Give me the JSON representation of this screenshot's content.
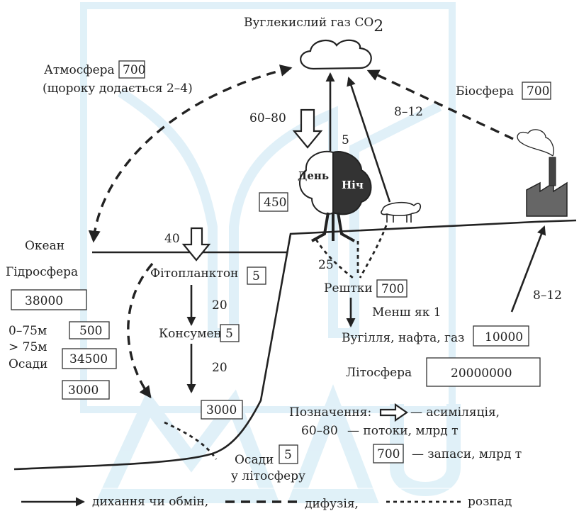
{
  "title": "Вуглекислий газ CO",
  "title_sub": "2",
  "atmosphere": {
    "label": "Атмосфера",
    "value": "700",
    "note": "(щороку додається 2–4)"
  },
  "biosphere": {
    "label": "Біосфера",
    "value": "700"
  },
  "flows": {
    "photo": "60–80",
    "resp": "5",
    "industry": "8–12",
    "ocean_in": "40",
    "phyto_to_cons": "20",
    "cons_to_sed": "20",
    "to_remains": "25",
    "to_fossil": "Менш як 1",
    "volcano": "8–12"
  },
  "plant_store": "450",
  "day_label": "День",
  "night_label": "Ніч",
  "ocean": {
    "label": "Океан",
    "hydro_label": "Гідросфера",
    "hydro_value": "38000",
    "depth1_label": "0–75м",
    "depth1_value": "500",
    "depth2_label": "> 75м",
    "depth2_value": "34500",
    "sed_label": "Осади",
    "sed_value": "3000"
  },
  "phyto": {
    "label": "Фітопланктон",
    "value": "5"
  },
  "consumers": {
    "label": "Консументи",
    "value": "5"
  },
  "ocean_sed_value": "3000",
  "remains": {
    "label": "Рештки",
    "value": "700"
  },
  "fossil": {
    "label": "Вугілля, нафта, газ",
    "value": "10000"
  },
  "litho": {
    "label": "Літосфера",
    "value": "20000000"
  },
  "to_litho": {
    "label": "Осади",
    "value": "5",
    "sub": "у літосферу"
  },
  "notation": {
    "title": "Позначення:",
    "assim": "— асиміляція,",
    "flow_example": "60–80",
    "flow_desc": "— потоки, млрд т",
    "store_example": "700",
    "store_desc": "— запаси, млрд т"
  },
  "legend": {
    "solid": "дихання чи обмін,",
    "dashed": "дифузія,",
    "dotted": "розпад"
  },
  "colors": {
    "watermark": "#d6ecf6",
    "line": "#222222",
    "plant_dark": "#333333"
  }
}
